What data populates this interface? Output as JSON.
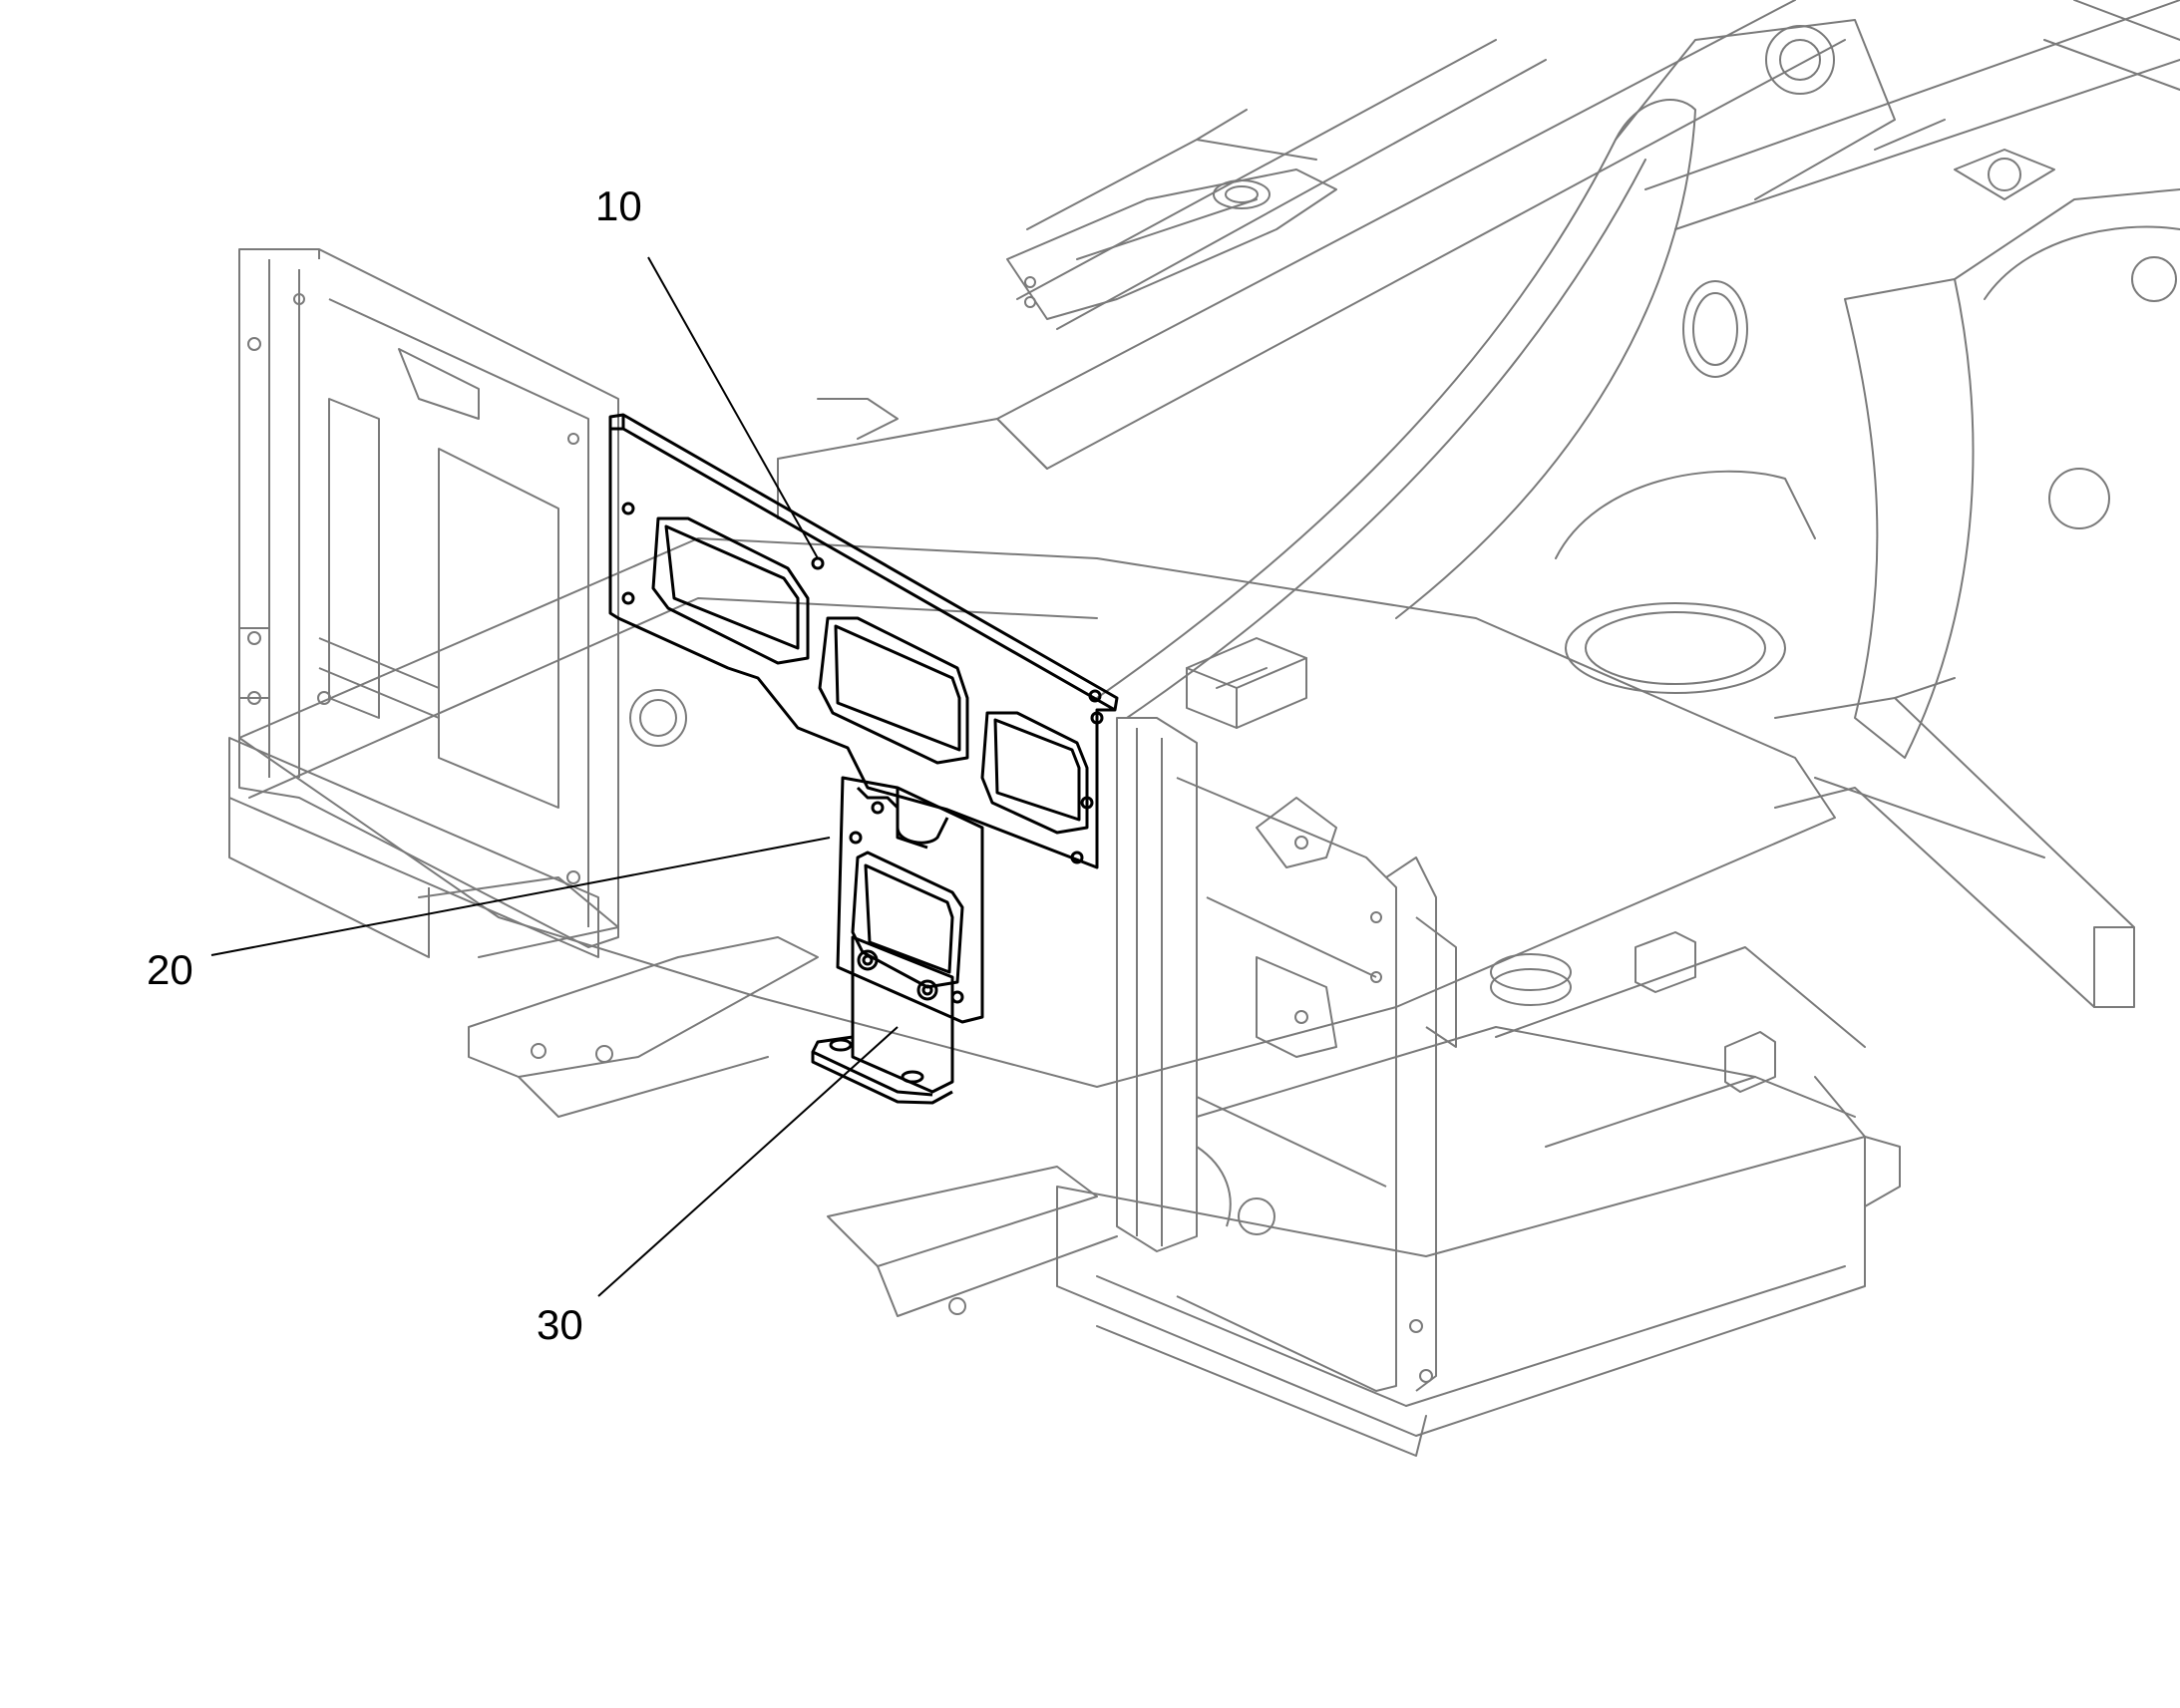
{
  "figure": {
    "colors": {
      "background": "#ffffff",
      "frame_line": "#7a7a7a",
      "part_line": "#000000",
      "leader_line": "#000000"
    },
    "callouts": [
      {
        "id": "10",
        "label": "10"
      },
      {
        "id": "20",
        "label": "20"
      },
      {
        "id": "30",
        "label": "30"
      }
    ]
  }
}
